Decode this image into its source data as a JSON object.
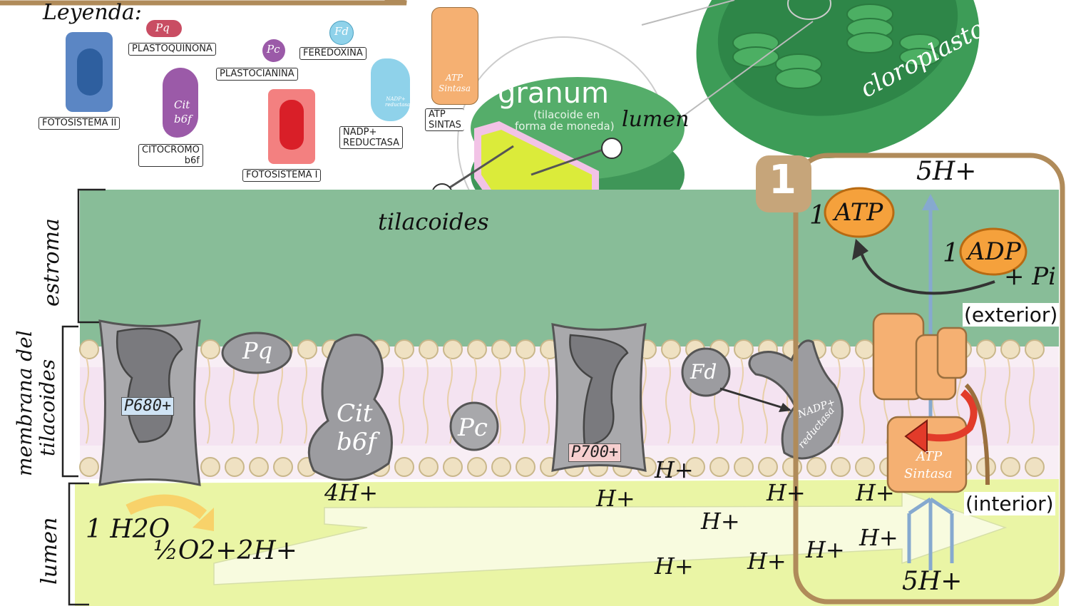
{
  "legend": {
    "title": "Leyenda:",
    "items": {
      "plastoquinona": {
        "abbr": "Pq",
        "label": "PLASTOQUINONA"
      },
      "plastocianina": {
        "abbr": "Pc",
        "label": "PLASTOCIANINA"
      },
      "feredoxina": {
        "abbr": "Fd",
        "label": "FEREDOXINA"
      },
      "fotosistema2": {
        "label": "FOTOSISTEMA II"
      },
      "citocromo": {
        "abbr1": "Cit",
        "abbr2": "b6f",
        "label1": "CITOCROMO",
        "label2": "b6f"
      },
      "fotosistema1": {
        "label": "FOTOSISTEMA I"
      },
      "nadp": {
        "abbr": "NADP+ reductasa",
        "label1": "NADP+",
        "label2": "REDUCTASA"
      },
      "atp": {
        "abbr1": "ATP",
        "abbr2": "Sintasa",
        "label1": "ATP",
        "label2": "SINTAS"
      }
    }
  },
  "granum": {
    "title": "granum",
    "sub1": "(tilacoide en",
    "sub2": "forma de moneda)",
    "lumen": "lumen",
    "tilacoides": "tilacoides"
  },
  "cloroplasto": "cloroplasto",
  "regions": {
    "estroma": "estroma",
    "membrana1": "membrana del",
    "membrana2": "tilacoides",
    "lumen": "lumen"
  },
  "proteins": {
    "p680": "P680+",
    "pq": "Pq",
    "cit1": "Cit",
    "cit2": "b6f",
    "pc": "Pc",
    "p700": "P700+",
    "fd": "Fd",
    "nadp1": "NADP+",
    "nadp2": "reductasa",
    "atp1": "ATP",
    "atp2": "Sintasa"
  },
  "reaction": {
    "water": "1 H2O",
    "products": "½O2+2H+",
    "h4": "4H+",
    "h": "H+",
    "h5top": "5H+",
    "h5bottom": "5H+"
  },
  "panel": {
    "number": "1",
    "atp_coef": "1",
    "atp": "ATP",
    "adp_coef": "1",
    "adp": "ADP",
    "pi": "+ Pi",
    "exterior": "(exterior)",
    "interior": "(interior)"
  },
  "colors": {
    "stroma": "#88bd98",
    "lumen": "#eaf5a5",
    "membrane": "#f4e4f0",
    "psii": "#5b86c4",
    "psi": "#f26a6a",
    "atp_orange": "#f5a965",
    "panel_brown": "#b08b5a",
    "chloroplast": "#3a9a55"
  }
}
